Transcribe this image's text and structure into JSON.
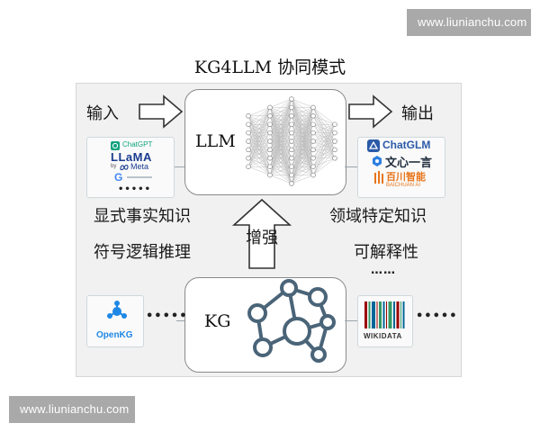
{
  "watermark": {
    "text": "www.liunianchu.com"
  },
  "diagram": {
    "title": "KG4LLM 协同模式",
    "llm_label": "LLM",
    "kg_label": "KG",
    "input_label": "输入",
    "output_label": "输出",
    "enhance_label": "增强",
    "left_labels": [
      "显式事实知识",
      "符号逻辑推理"
    ],
    "right_labels": [
      "领域特定知识",
      "可解释性"
    ],
    "ellipsis": "……"
  },
  "llm_logos_left": {
    "chatgpt": "ChatGPT",
    "llama": "LLaMA",
    "by": "by",
    "meta": "Meta",
    "google_g": "G",
    "dots": "•••••"
  },
  "llm_logos_right": {
    "chatglm": "ChatGLM",
    "wenxin": "文心一言",
    "baichuan": "百川智能",
    "baichuan_en": "BAICHUAN AI"
  },
  "kg_logos": {
    "openkg": "OpenKG",
    "wikidata": "WIKIDATA",
    "dots": "•••••"
  },
  "colors": {
    "frame_bg": "#f1f1f1",
    "kg_node": "#4a6478",
    "openkg_blue": "#1e88e5",
    "chatgpt_green": "#10a37f",
    "llama_blue": "#1a3c8f",
    "chatglm_blue": "#2b5aa8",
    "baichuan_orange": "#e8751a",
    "wikidata_red": "#990000",
    "wikidata_green": "#339966",
    "wikidata_blue": "#006699"
  }
}
